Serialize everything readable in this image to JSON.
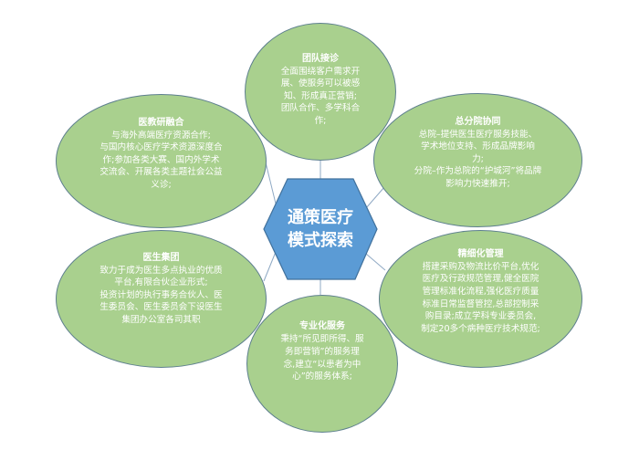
{
  "diagram": {
    "center": {
      "lines": [
        "通策医疗",
        "模式探索"
      ],
      "fill": "#5b9bd5",
      "border": "#41719c"
    },
    "colors": {
      "node_fill": "#a9d08e",
      "node_border": "#5d7f8e",
      "connector": "#8fa9c4",
      "text": "#ffffff"
    },
    "nodes": {
      "top": {
        "title": "团队接诊",
        "lines": [
          "全面围绕客户需求开",
          "展、使服务可以被感",
          "知、形成真正营销;",
          "团队合作、多学科合",
          "作;"
        ]
      },
      "top_left": {
        "title": "医教研融合",
        "lines": [
          "与海外高端医疗资源合作;",
          "与国内核心医疗学术资源深度合",
          "作;参加各类大赛、国内外学术",
          "交流会、开展各类主题社会公益",
          "义诊;"
        ]
      },
      "top_right": {
        "title": "总分院协同",
        "lines": [
          "总院–提供医生医疗服务技能、",
          "学术地位支持、形成品牌影响",
          "力;",
          "分院–作为总院的“护城河”将品牌",
          "影响力快速推开;"
        ]
      },
      "bottom_left": {
        "title": "医生集团",
        "lines": [
          "致力于成为医生多点执业的优质",
          "平台,有限合伙企业形式;",
          "投资计划的执行事务合伙人、医",
          "生委员会、医生委员会下设医生",
          "集团办公室各司其职"
        ]
      },
      "bottom_right": {
        "title": "精细化管理",
        "lines": [
          "搭建采购及物流比价平台,优化",
          "医疗及行政规范管理,健全医院",
          "管理标准化流程,强化医疗质量",
          "标准日常监督管控,总部控制采",
          "购目录;成立学科专业委员会,",
          "制定20多个病种医疗技术规范;"
        ]
      },
      "bottom": {
        "title": "专业化服务",
        "lines": [
          "秉持“所见即所得、服",
          "务即营销”的服务理",
          "念,建立“以患者为中",
          "心”的服务体系;"
        ]
      }
    }
  }
}
